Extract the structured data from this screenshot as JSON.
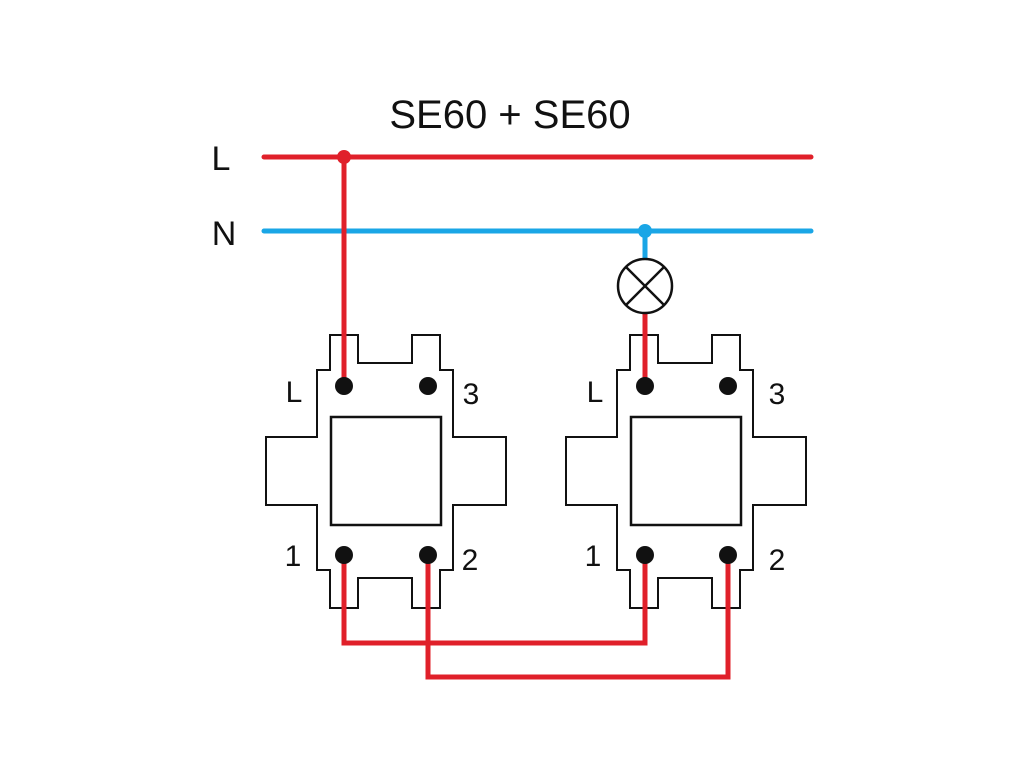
{
  "title": "SE60 + SE60",
  "rails": [
    {
      "id": "L",
      "label": "L",
      "color": "#e0202a"
    },
    {
      "id": "N",
      "label": "N",
      "color": "#1aa6e6"
    }
  ],
  "colors": {
    "phase_wire": "#e0202a",
    "neutral_wire": "#1aa6e6",
    "outline": "#111111"
  },
  "lamp": {
    "icon": "lamp-cross-circle-icon"
  },
  "switches": [
    {
      "id": "left",
      "terminals": {
        "L": "L",
        "t3": "3",
        "t1": "1",
        "t2": "2"
      }
    },
    {
      "id": "right",
      "terminals": {
        "L": "L",
        "t3": "3",
        "t1": "1",
        "t2": "2"
      }
    }
  ]
}
